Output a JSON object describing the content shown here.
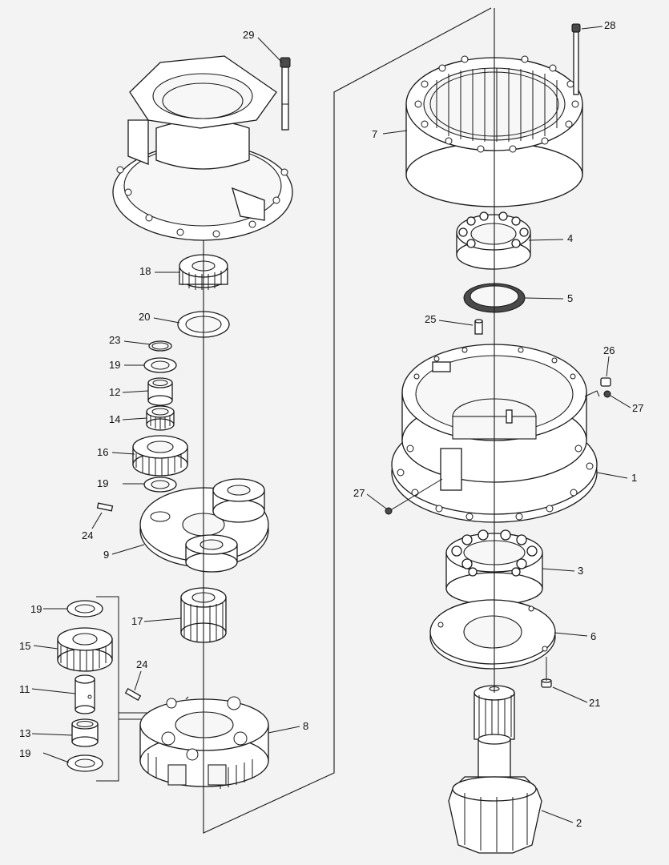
{
  "callouts": [
    {
      "id": "c29",
      "label": "29"
    },
    {
      "id": "c28",
      "label": "28"
    },
    {
      "id": "c7",
      "label": "7"
    },
    {
      "id": "c4",
      "label": "4"
    },
    {
      "id": "c18",
      "label": "18"
    },
    {
      "id": "c5",
      "label": "5"
    },
    {
      "id": "c20",
      "label": "20"
    },
    {
      "id": "c25",
      "label": "25"
    },
    {
      "id": "c23",
      "label": "23"
    },
    {
      "id": "c26",
      "label": "26"
    },
    {
      "id": "c19a",
      "label": "19"
    },
    {
      "id": "c12",
      "label": "12"
    },
    {
      "id": "c27a",
      "label": "27"
    },
    {
      "id": "c14",
      "label": "14"
    },
    {
      "id": "c16",
      "label": "16"
    },
    {
      "id": "c1",
      "label": "1"
    },
    {
      "id": "c19b",
      "label": "19"
    },
    {
      "id": "c27b",
      "label": "27"
    },
    {
      "id": "c24a",
      "label": "24"
    },
    {
      "id": "c9",
      "label": "9"
    },
    {
      "id": "c3",
      "label": "3"
    },
    {
      "id": "c19c",
      "label": "19"
    },
    {
      "id": "c17",
      "label": "17"
    },
    {
      "id": "c6",
      "label": "6"
    },
    {
      "id": "c15",
      "label": "15"
    },
    {
      "id": "c24b",
      "label": "24"
    },
    {
      "id": "c11",
      "label": "11"
    },
    {
      "id": "c21",
      "label": "21"
    },
    {
      "id": "c8",
      "label": "8"
    },
    {
      "id": "c13",
      "label": "13"
    },
    {
      "id": "c19d",
      "label": "19"
    },
    {
      "id": "c2",
      "label": "2"
    }
  ]
}
